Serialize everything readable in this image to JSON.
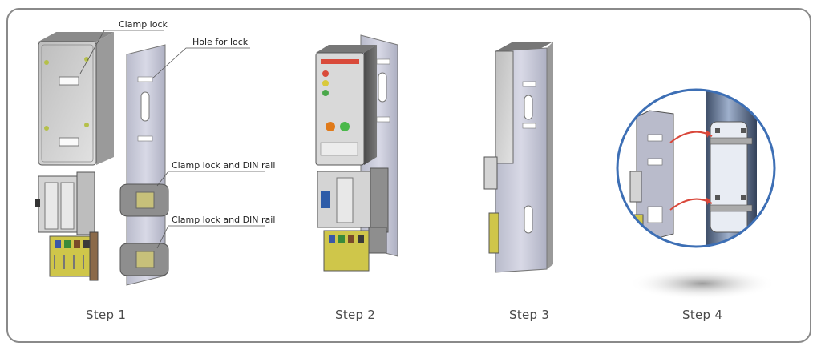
{
  "callouts": {
    "clamp_lock": "Clamp lock",
    "hole_for_lock": "Hole for lock",
    "clamp_lock_din_1": "Clamp lock and DIN rail",
    "clamp_lock_din_2": "Clamp lock and DIN rail"
  },
  "steps": [
    "Step 1",
    "Step 2",
    "Step 3",
    "Step 4"
  ],
  "colors": {
    "frame": "#8a8a8a",
    "panel": "#c9cad8",
    "enclosure": "#6e6e6e",
    "breaker": "#cfcfcf",
    "terminal_yellow": "#d8d24a",
    "pole": "#5a6f92",
    "magnifier_ring": "#3d6fb5",
    "arrow": "#d9473a"
  }
}
